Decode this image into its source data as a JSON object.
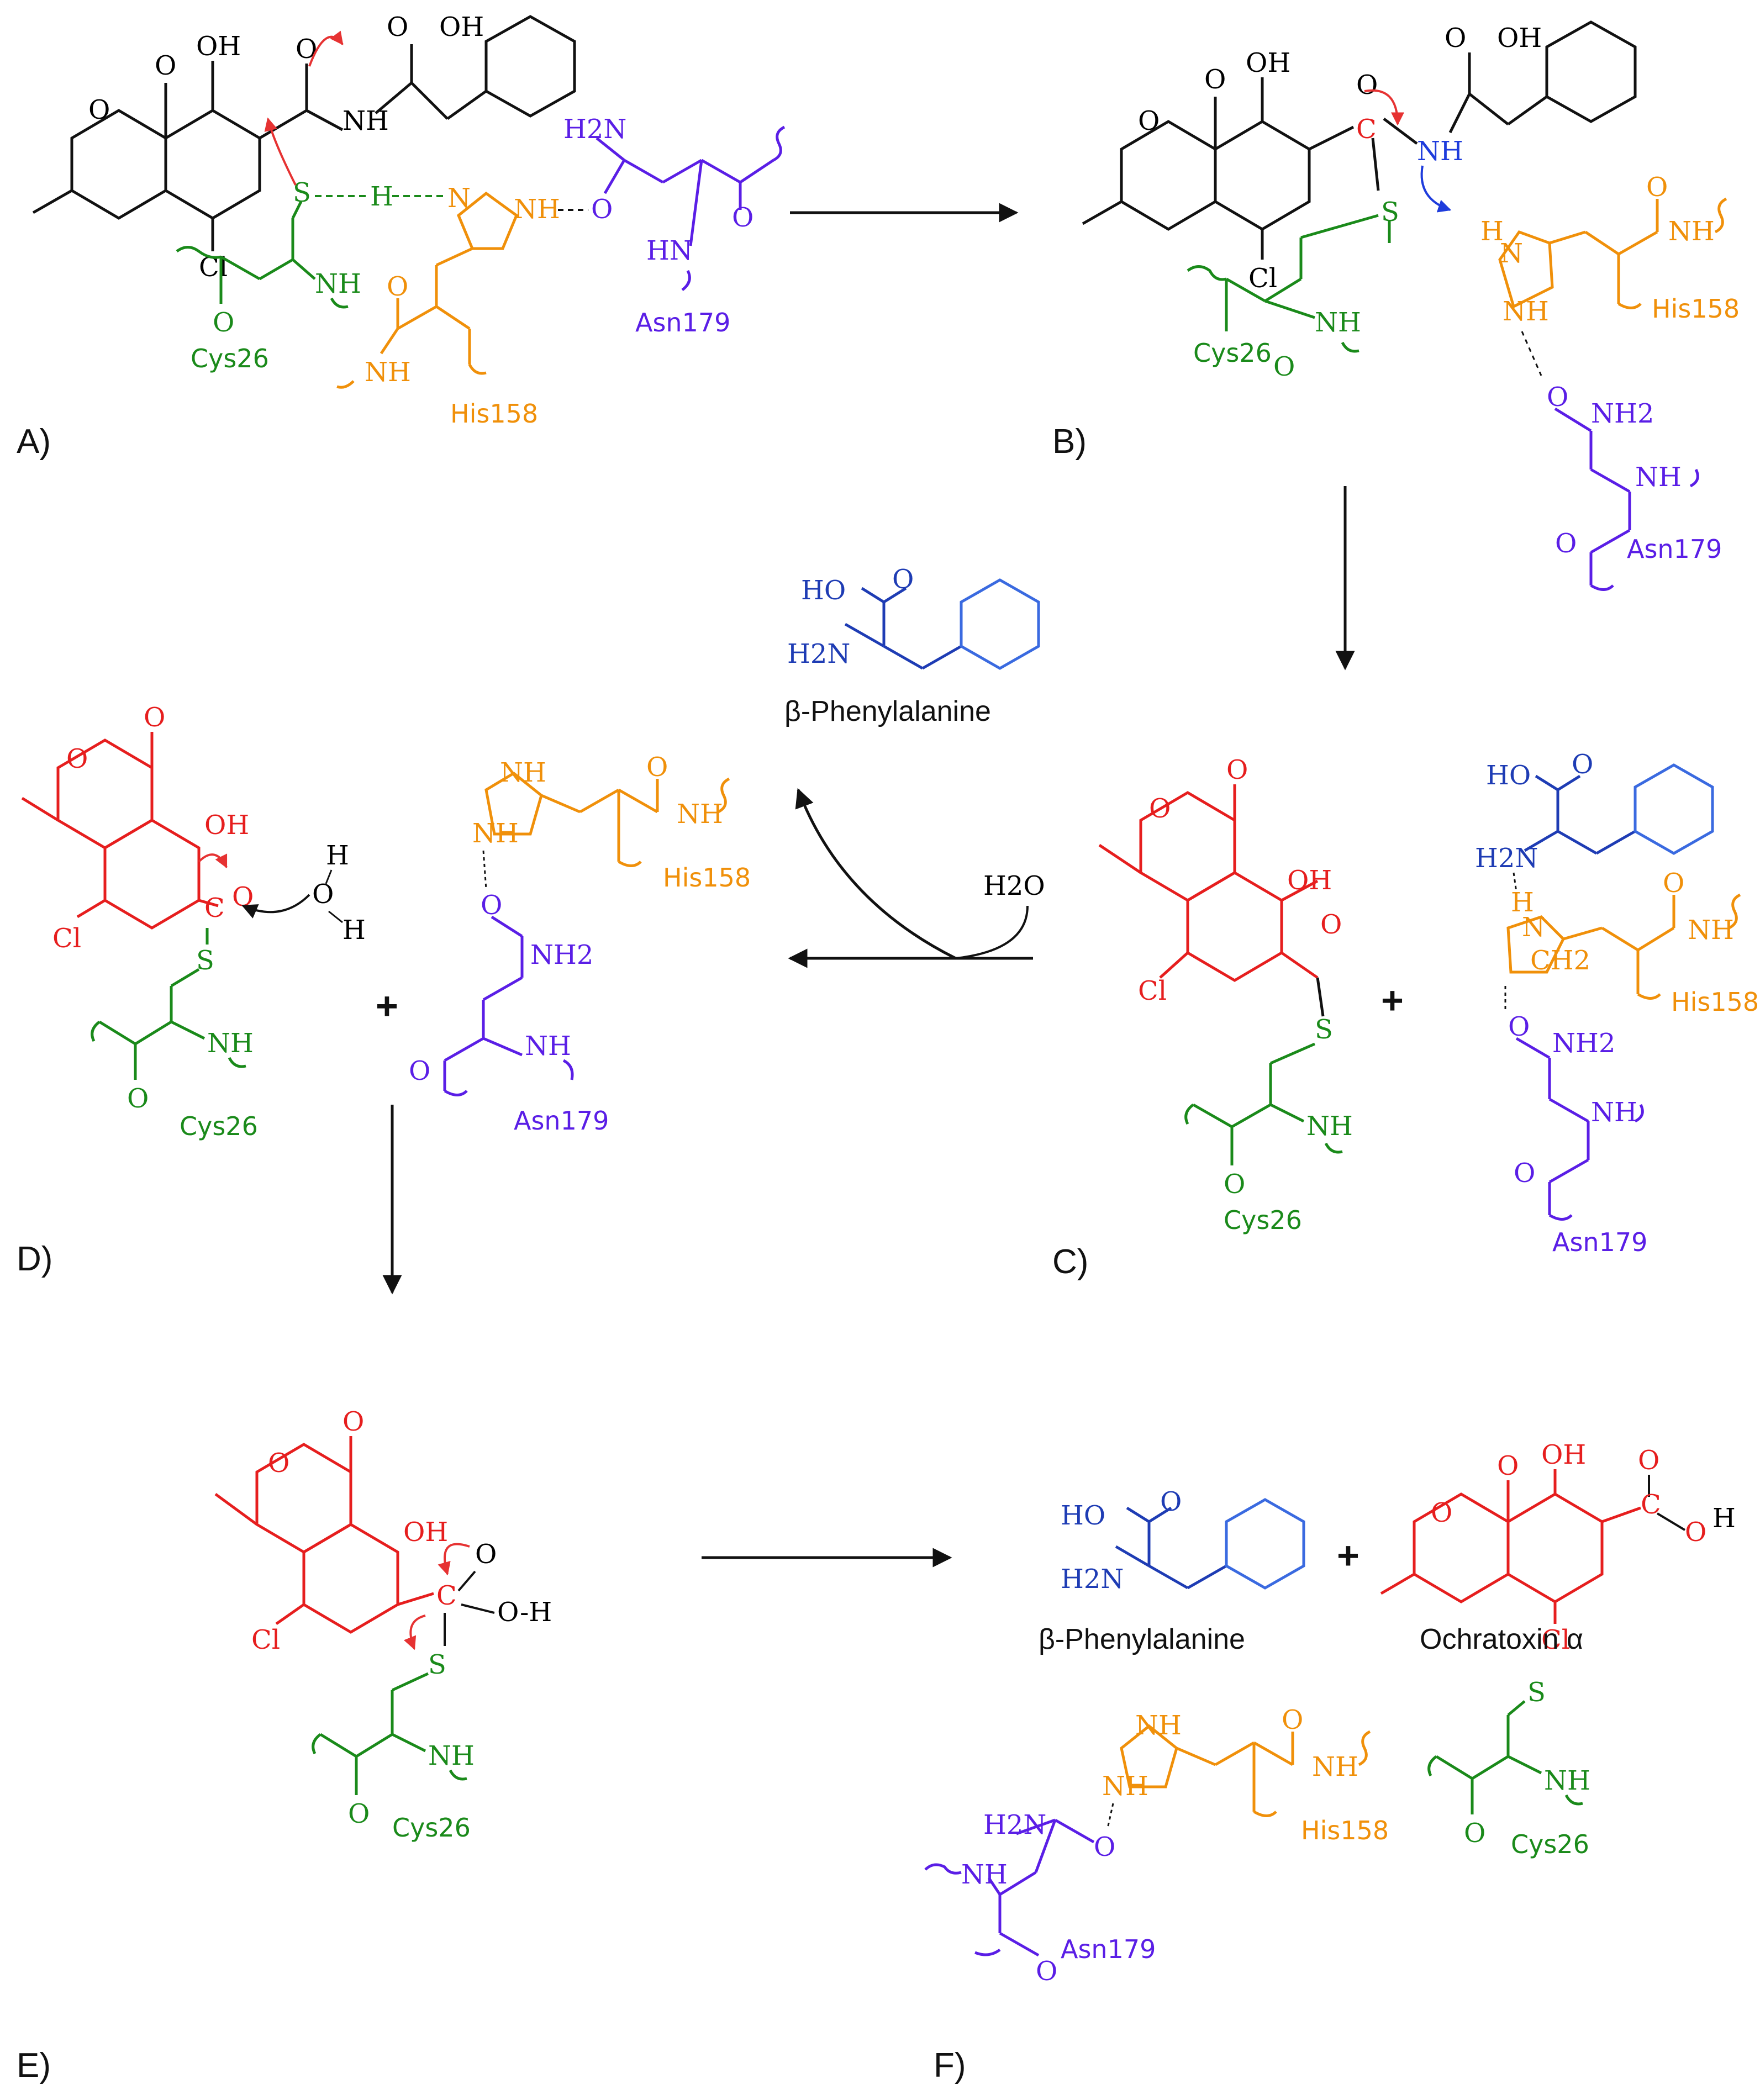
{
  "figure": {
    "panels": [
      "A)",
      "B)",
      "C)",
      "D)",
      "E)",
      "F)"
    ],
    "residues": {
      "cys": "Cys26",
      "his": "His158",
      "asn": "Asn179"
    },
    "molecules": {
      "phenylalanine": "β-Phenylalanine",
      "ochratoxin": "Ochratoxin α"
    },
    "reagents": {
      "water": "H2O",
      "plus": "+"
    },
    "atoms": {
      "oh": "OH",
      "o": "O",
      "cl": "Cl",
      "nh": "NH",
      "h": "H",
      "s": "S",
      "c": "C",
      "n": "N",
      "nh2": "NH2",
      "h2n": "H2N",
      "hn": "HN",
      "ho": "HO",
      "cooh": "OH",
      "oh_h": "O-H",
      "ch2": "CH2"
    },
    "colors": {
      "cys": "#1a8a1a",
      "his": "#f0900a",
      "asn": "#5a1ee6",
      "ochratoxin": "#e61e1e",
      "phe": "#1e3cb4",
      "phe_ring": "#3a6ae0",
      "arrow_red": "#e63232",
      "arrow_blue": "#1e3cdc",
      "black": "#111111"
    }
  }
}
